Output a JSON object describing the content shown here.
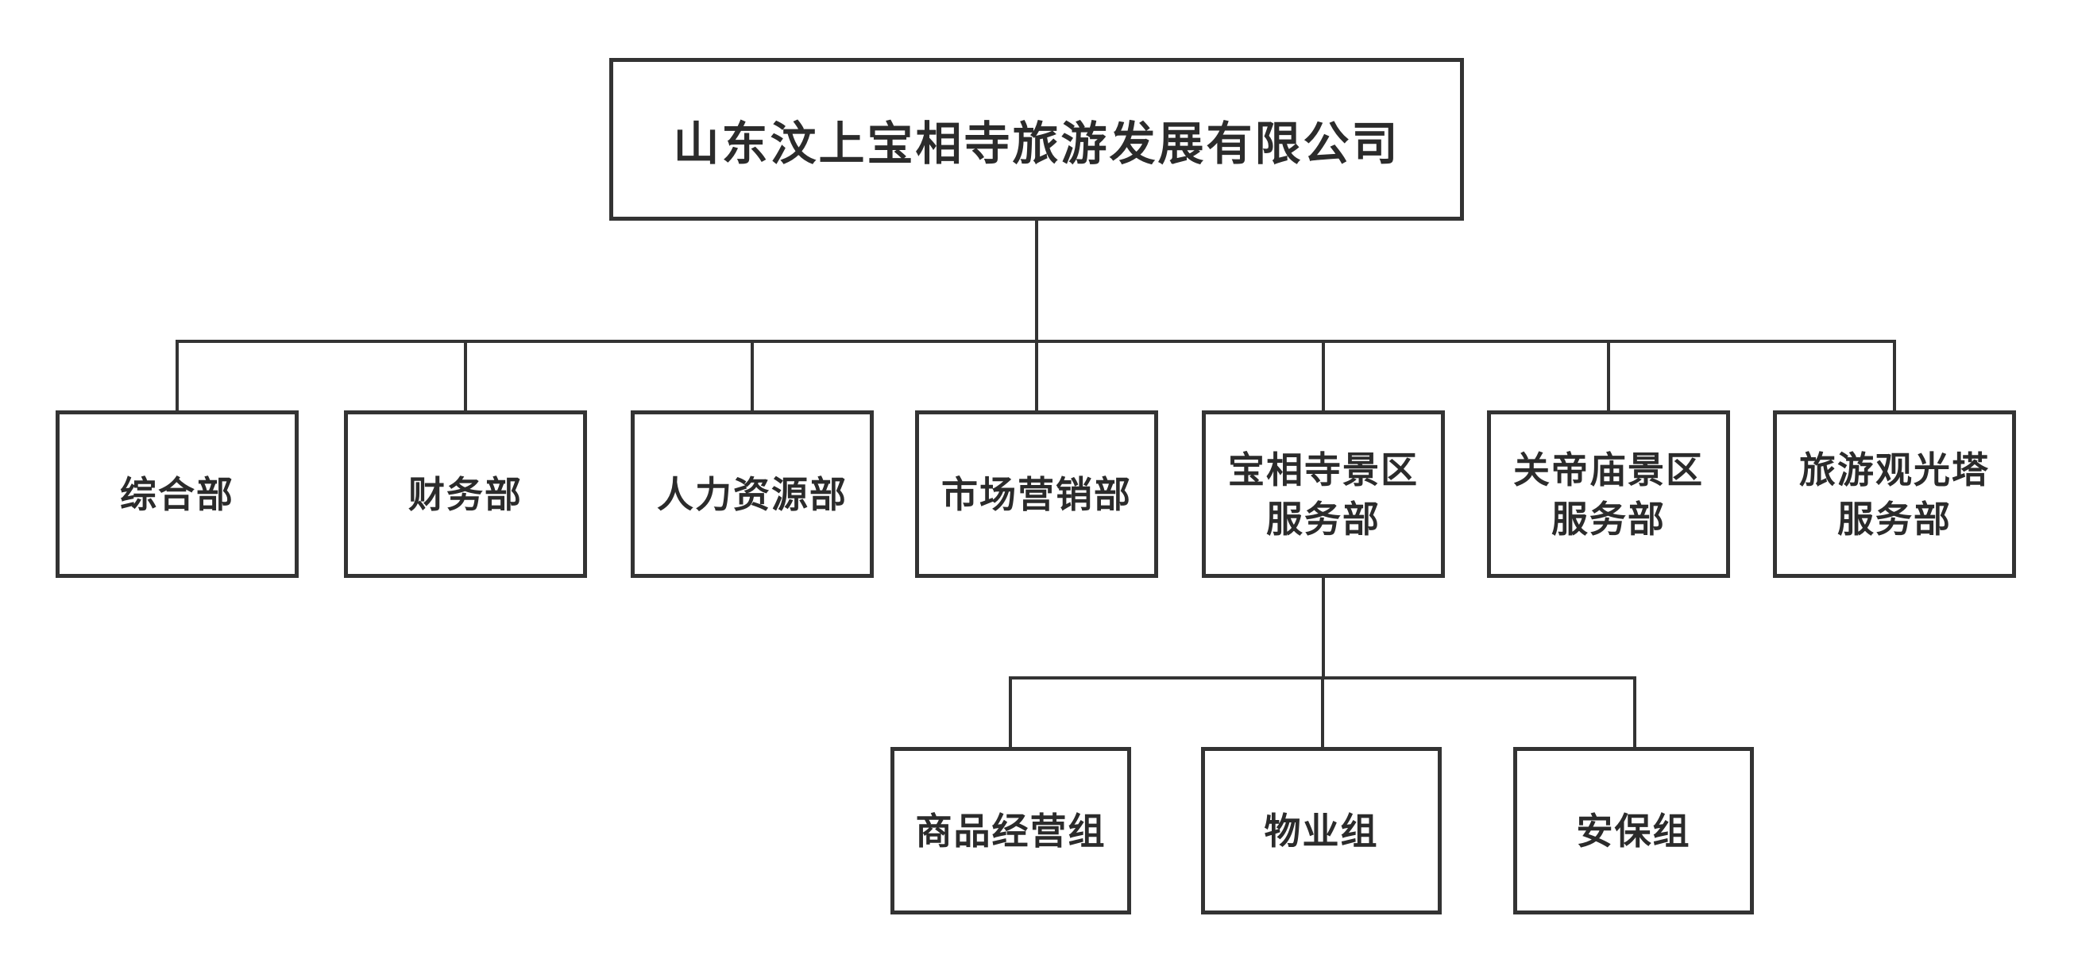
{
  "colors": {
    "line": "#333333",
    "text": "#2b2b2b",
    "background": "#ffffff"
  },
  "org_chart": {
    "root": {
      "label": "山东汶上宝相寺旅游发展有限公司"
    },
    "departments": [
      {
        "label": "综合部"
      },
      {
        "label": "财务部"
      },
      {
        "label": "人力资源部"
      },
      {
        "label": "市场营销部"
      },
      {
        "label": "宝相寺景区\n服务部"
      },
      {
        "label": "关帝庙景区\n服务部"
      },
      {
        "label": "旅游观光塔\n服务部"
      }
    ],
    "baoxiangsi_subgroups": [
      {
        "label": "商品经营组"
      },
      {
        "label": "物业组"
      },
      {
        "label": "安保组"
      }
    ]
  }
}
